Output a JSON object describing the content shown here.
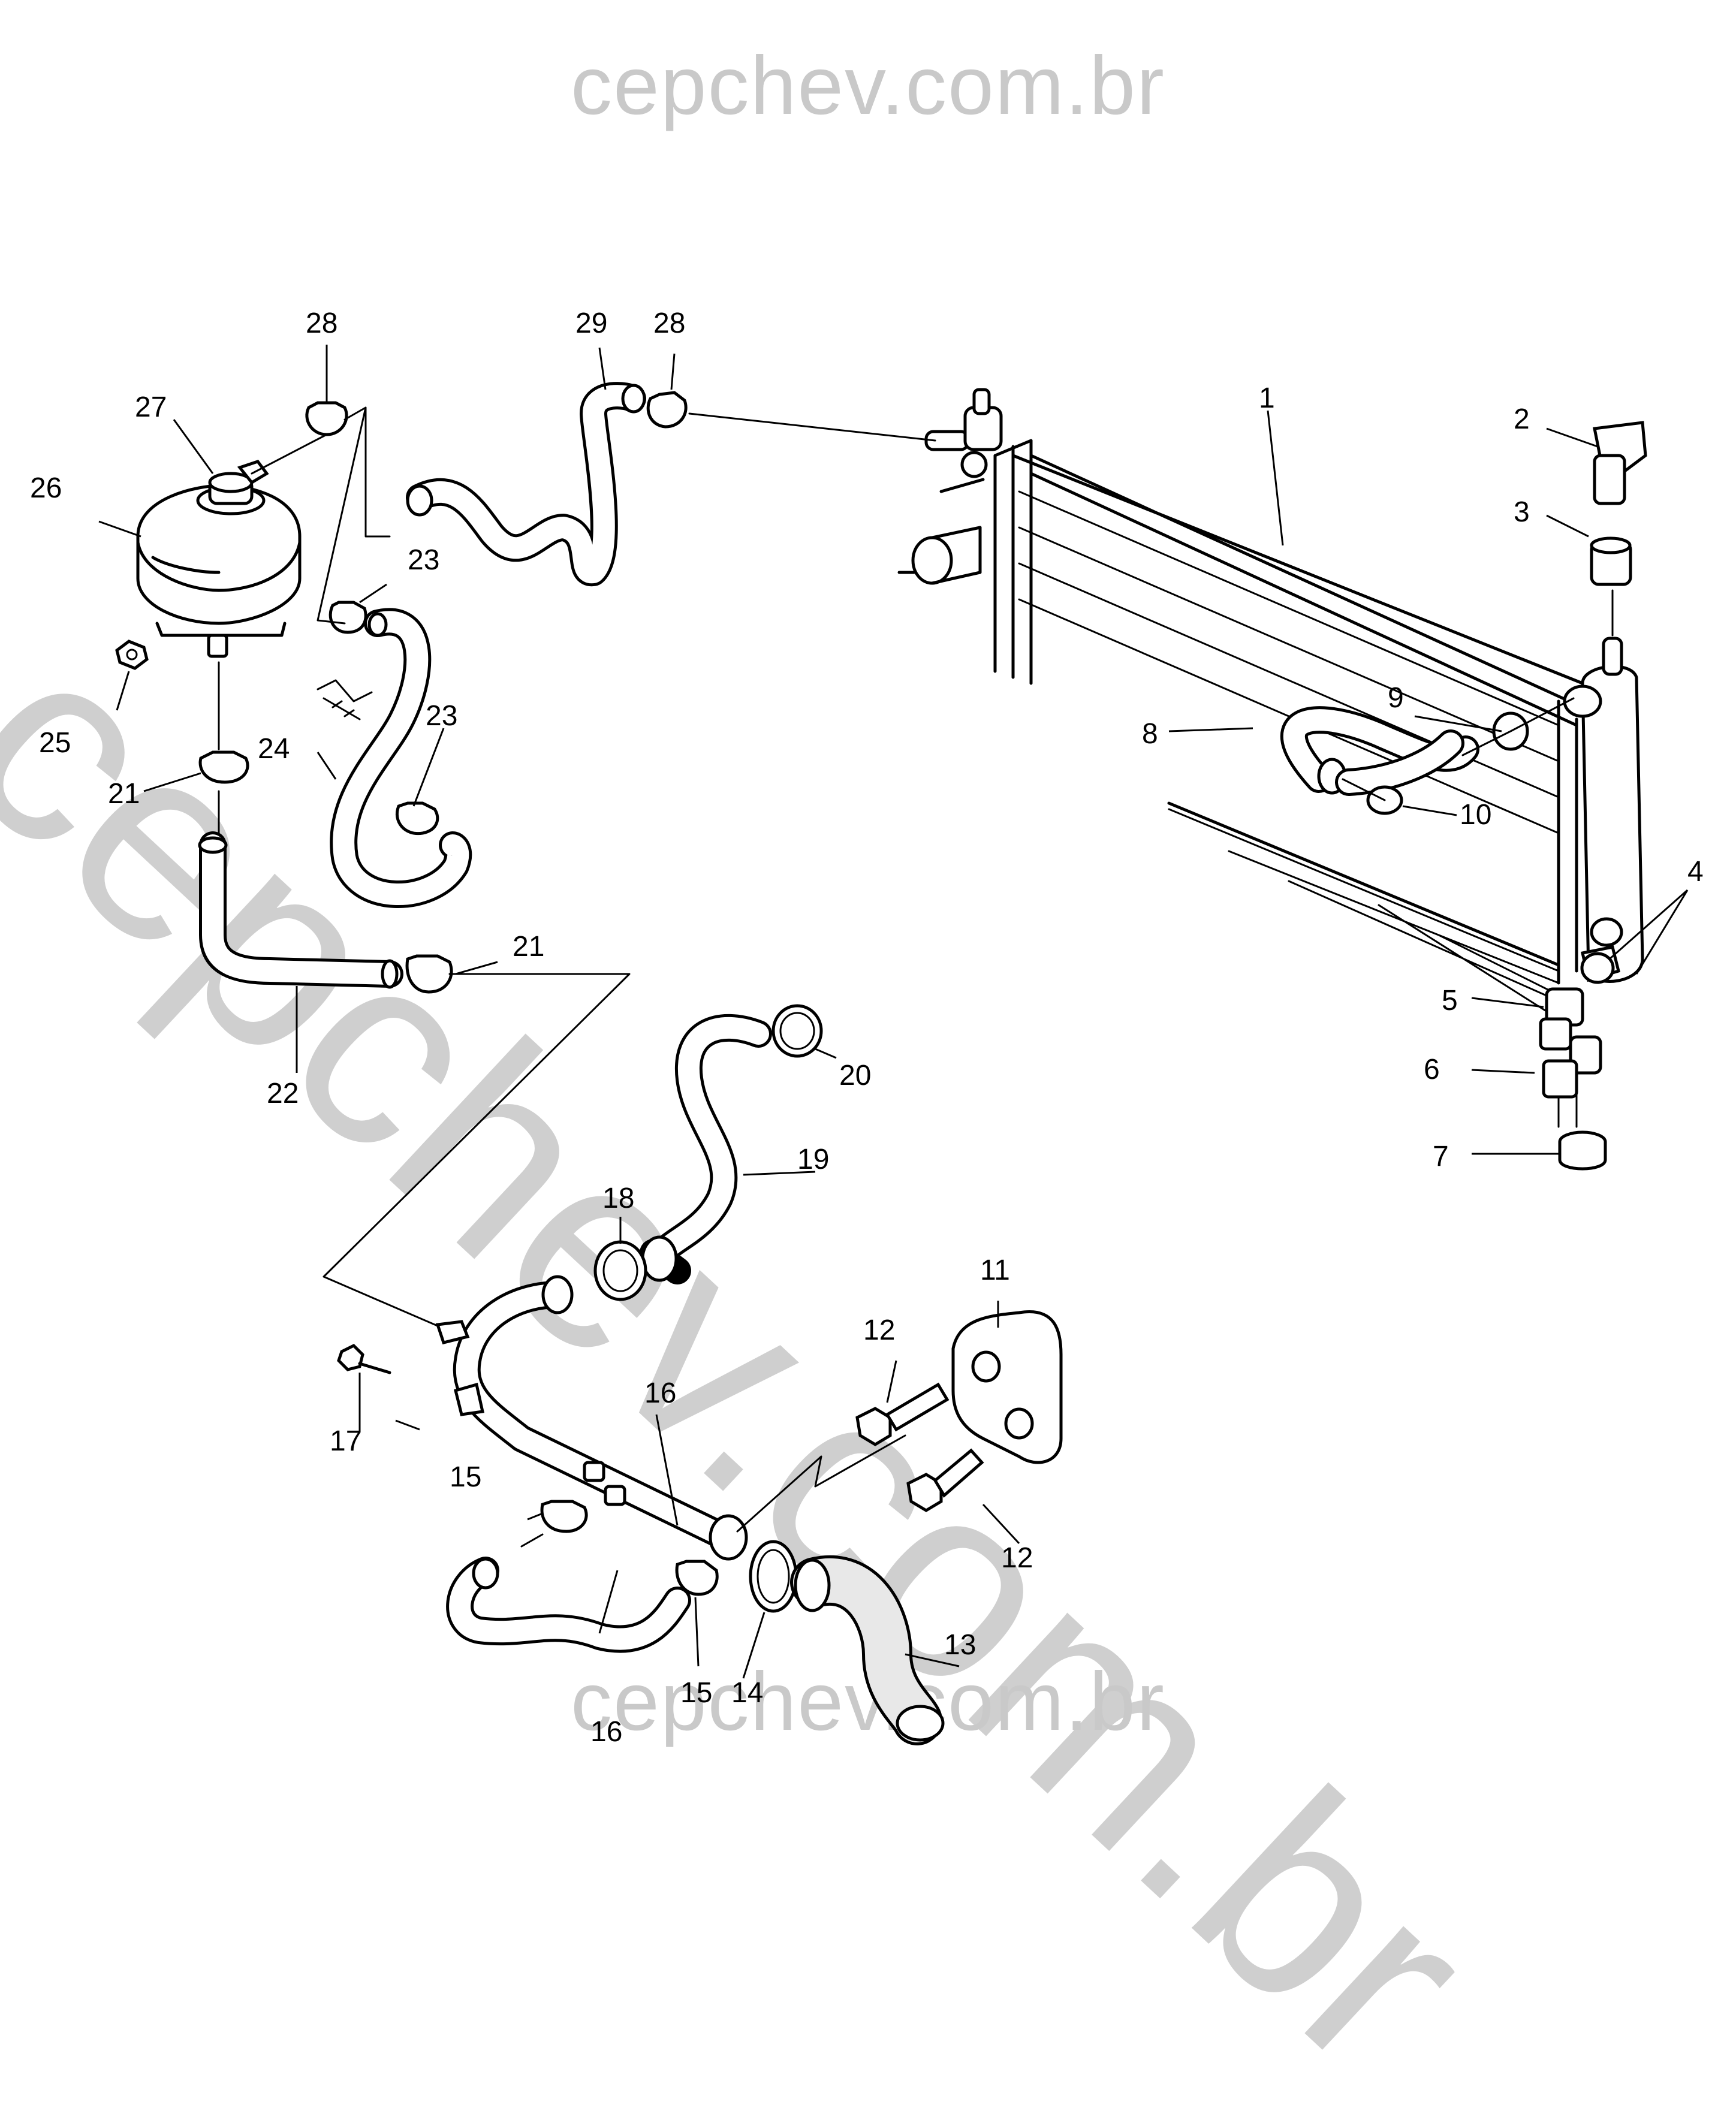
{
  "watermark": {
    "top": "cepchev.com.br",
    "diagonal": "cepchev.com.br",
    "bottom": "cepchev.com.br"
  },
  "callouts": {
    "c1": "1",
    "c2": "2",
    "c3": "3",
    "c4": "4",
    "c5": "5",
    "c6": "6",
    "c7": "7",
    "c8": "8",
    "c9": "9",
    "c10": "10",
    "c11": "11",
    "c12a": "12",
    "c12b": "12",
    "c13": "13",
    "c14": "14",
    "c15a": "15",
    "c15b": "15",
    "c16a": "16",
    "c16b": "16",
    "c17": "17",
    "c18": "18",
    "c19": "19",
    "c20": "20",
    "c21a": "21",
    "c21b": "21",
    "c22": "22",
    "c23a": "23",
    "c23b": "23",
    "c24": "24",
    "c25": "25",
    "c26": "26",
    "c27": "27",
    "c28a": "28",
    "c28b": "28",
    "c29": "29"
  }
}
